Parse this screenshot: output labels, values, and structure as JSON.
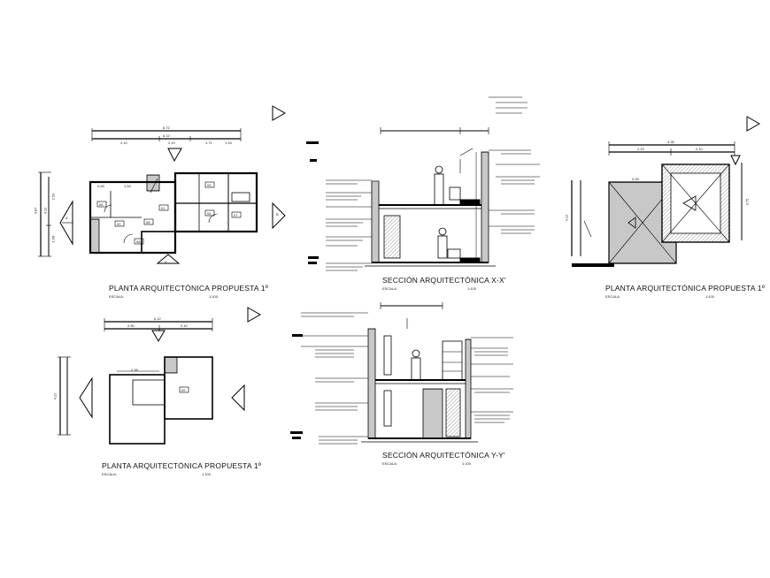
{
  "drawings": {
    "plan_1": {
      "title": "PLANTA ARQUITECTÓNICA PROPUESTA 1º",
      "scale_label": "ESCALA:",
      "scale": "1:100"
    },
    "plan_2": {
      "title": "PLANTA ARQUITECTÓNICA PROPUESTA 1º",
      "scale_label": "ESCALA:",
      "scale": "1:100"
    },
    "plan_3": {
      "title": "PLANTA ARQUITECTÓNICA PROPUESTA 1º",
      "scale_label": "ESCALA:",
      "scale": "1:100"
    },
    "section_x": {
      "title": "SECCIÓN ARQUITECTÓNICA X-X'",
      "scale_label": "ESCALA:",
      "scale": "1:100"
    },
    "section_y": {
      "title": "SECCIÓN ARQUITECTÓNICA Y-Y'",
      "scale_label": "ESCALA:",
      "scale": "1:100"
    }
  },
  "dimensions": {
    "plan_1": {
      "total": "6.72",
      "overall": "6.12",
      "left": "2.10",
      "mid": "2.10",
      "right": "1.71",
      "far_right": "1.43",
      "inner": "1.53",
      "stub": "0.65",
      "height": "4.87",
      "sub_height": "4.12",
      "h1": "1.68",
      "h2": "2.50"
    },
    "plan_2": {
      "overall": "6.12",
      "left": "2.50",
      "right": "2.10",
      "inner": "2.35",
      "height": "4.12"
    },
    "plan_3": {
      "overall": "3.35",
      "left": "2.10",
      "right": "2.10",
      "inner": "2.25",
      "height": "4.12",
      "side": "3.75"
    }
  },
  "room_tags": [
    "01",
    "02",
    "03",
    "04",
    "05",
    "06",
    "07",
    "08",
    "09"
  ],
  "section_marks": {
    "section_a": "A",
    "section_b": "B",
    "arrow": "X"
  }
}
